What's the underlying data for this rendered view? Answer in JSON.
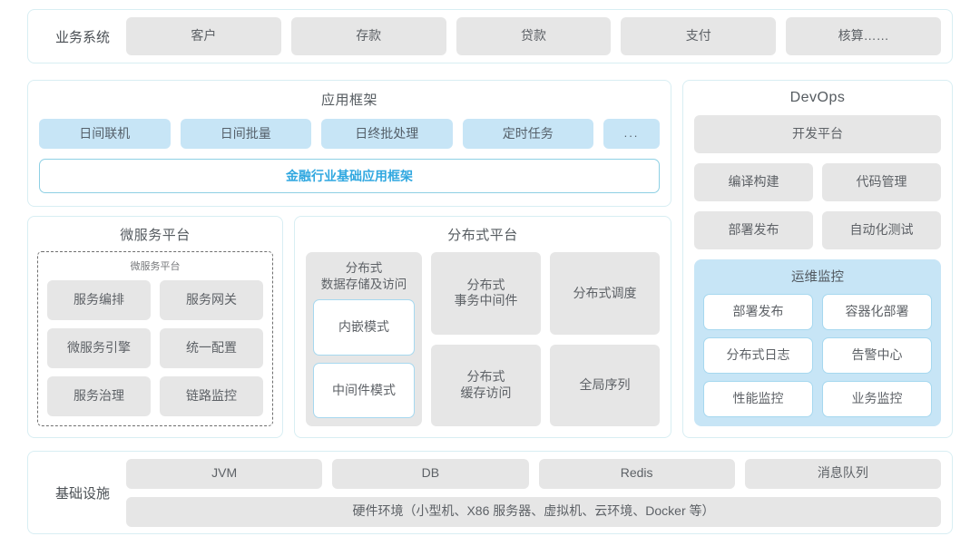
{
  "business_systems": {
    "label": "业务系统",
    "items": [
      "客户",
      "存款",
      "贷款",
      "支付",
      "核算……"
    ]
  },
  "app_framework": {
    "title": "应用框架",
    "chips": [
      "日间联机",
      "日间批量",
      "日终批处理",
      "定时任务"
    ],
    "ellipsis": "...",
    "base_bar": "金融行业基础应用框架",
    "accent_color": "#31a8e0"
  },
  "microservice_platform": {
    "title": "微服务平台",
    "inner_title": "微服务平台",
    "items": [
      "服务编排",
      "服务网关",
      "微服务引擎",
      "统一配置",
      "服务治理",
      "链路监控"
    ]
  },
  "distributed_platform": {
    "title": "分布式平台",
    "storage_column": {
      "title_line1": "分布式",
      "title_line2": "数据存储及访问",
      "modes": [
        "内嵌模式",
        "中间件模式"
      ]
    },
    "cards": [
      {
        "line1": "分布式",
        "line2": "事务中间件"
      },
      {
        "line1": "分布式调度",
        "line2": ""
      },
      {
        "line1": "分布式",
        "line2": "缓存访问"
      },
      {
        "line1": "全局序列",
        "line2": ""
      }
    ]
  },
  "devops": {
    "title": "DevOps",
    "platform": "开发平台",
    "pairs": [
      [
        "编译构建",
        "代码管理"
      ],
      [
        "部署发布",
        "自动化测试"
      ]
    ],
    "ops_monitoring": {
      "title": "运维监控",
      "items": [
        "部署发布",
        "容器化部署",
        "分布式日志",
        "告警中心",
        "性能监控",
        "业务监控"
      ],
      "bg_color": "#c7e5f6"
    }
  },
  "infrastructure": {
    "label": "基础设施",
    "items": [
      "JVM",
      "DB",
      "Redis",
      "消息队列"
    ],
    "hardware": "硬件环境（小型机、X86 服务器、虚拟机、云环境、Docker 等）"
  }
}
